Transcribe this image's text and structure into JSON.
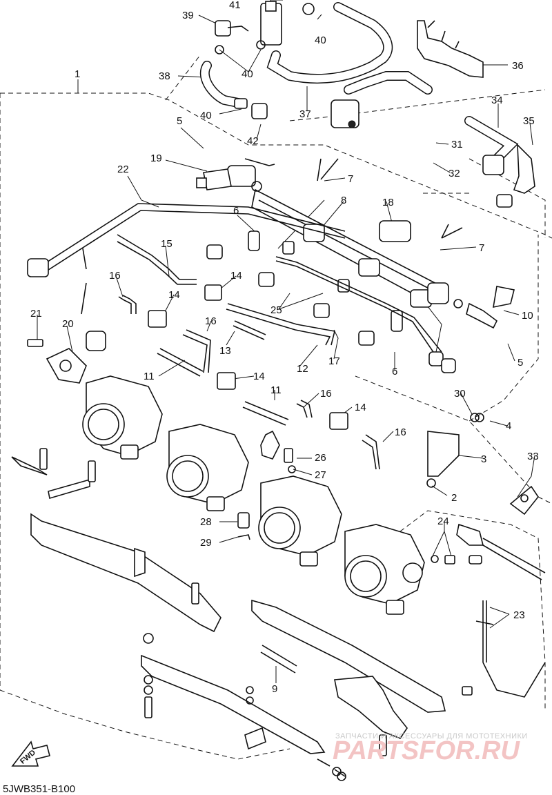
{
  "diagram": {
    "code": "5JWB351-B100",
    "fwd_label": "FWD",
    "watermark_top": "ЗАПЧАСТИ И АКСЕССУАРЫ ДЛЯ МОТОТЕХНИКИ",
    "watermark_logo": "PARTSFOR.RU",
    "callouts": [
      "1",
      "2",
      "3",
      "4",
      "5",
      "5",
      "6",
      "6",
      "7",
      "7",
      "8",
      "9",
      "10",
      "11",
      "11",
      "12",
      "13",
      "14",
      "14",
      "14",
      "14",
      "15",
      "16",
      "16",
      "16",
      "16",
      "17",
      "18",
      "19",
      "20",
      "21",
      "22",
      "23",
      "24",
      "25",
      "26",
      "27",
      "28",
      "29",
      "30",
      "31",
      "32",
      "33",
      "34",
      "35",
      "36",
      "37",
      "38",
      "39",
      "40",
      "40",
      "40",
      "40",
      "41",
      "42"
    ]
  }
}
